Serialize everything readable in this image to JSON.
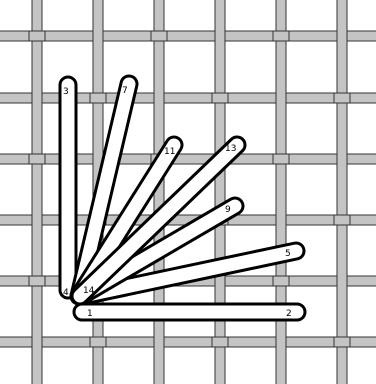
{
  "diagram": {
    "type": "canvas-stitch-diagram",
    "colors": {
      "background": "#ffffff",
      "canvas_thread": "#c4c4c4",
      "canvas_outline": "#333333",
      "stitch_fill": "#ffffff",
      "stitch_outline": "#000000",
      "label": "#000000"
    },
    "stitches": [
      {
        "id": "stitch-1-2",
        "from": "1",
        "to": "2"
      },
      {
        "id": "stitch-3-4",
        "from": "3",
        "to": "4"
      },
      {
        "id": "stitch-5-14",
        "from": "5",
        "to": "14"
      },
      {
        "id": "stitch-7-14",
        "from": "7",
        "to": "14"
      },
      {
        "id": "stitch-9-14",
        "from": "9",
        "to": "14"
      },
      {
        "id": "stitch-11-14",
        "from": "11",
        "to": "14"
      },
      {
        "id": "stitch-13-14",
        "from": "13",
        "to": "14"
      }
    ],
    "labels": {
      "n1": "1",
      "n2": "2",
      "n3": "3",
      "n4": "4",
      "n5": "5",
      "n7": "7",
      "n9": "9",
      "n11": "11",
      "n13": "13",
      "n14": "14"
    }
  }
}
